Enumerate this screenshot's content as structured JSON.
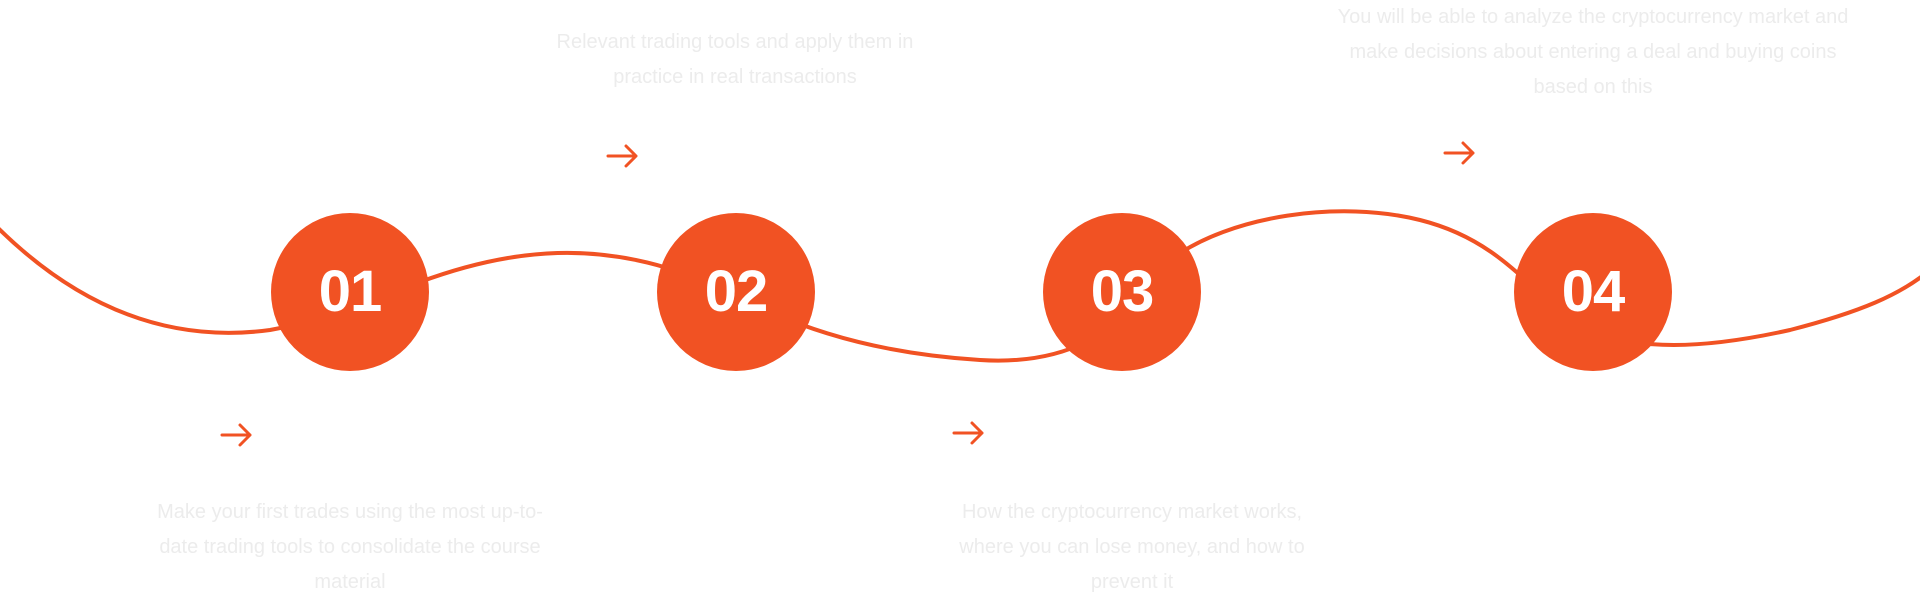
{
  "colors": {
    "accent": "#F15223",
    "step_text": "#FFFFFF",
    "description_text": "#ECECEC",
    "background": "#FFFFFF"
  },
  "steps": [
    {
      "number": "01",
      "description": "Make your first trades using the most up-to-date trading tools to consolidate the course material",
      "arrow_icon": "arrow-right-icon"
    },
    {
      "number": "02",
      "description": "Relevant trading tools and apply them in practice in real transactions",
      "arrow_icon": "arrow-right-icon"
    },
    {
      "number": "03",
      "description": "How the cryptocurrency market works, where you can lose money, and how to prevent it",
      "arrow_icon": "arrow-right-icon"
    },
    {
      "number": "04",
      "description": "You will be able to analyze the cryptocurrency market and make decisions about entering a deal and buying coins based on this",
      "arrow_icon": "arrow-right-icon"
    }
  ]
}
